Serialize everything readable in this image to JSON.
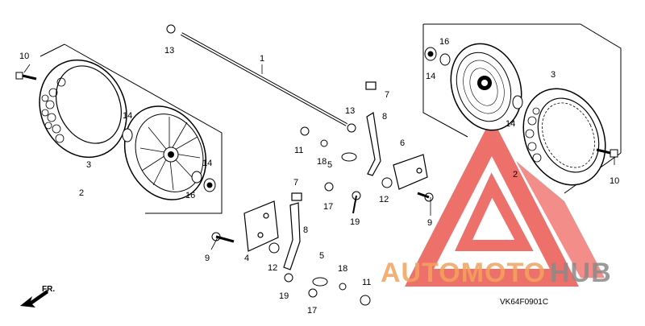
{
  "diagram": {
    "code": "VK64F0901C",
    "direction_label": "FR.",
    "callouts": [
      {
        "id": "c1",
        "text": "1"
      },
      {
        "id": "c2L",
        "text": "2"
      },
      {
        "id": "c2R",
        "text": "2"
      },
      {
        "id": "c3L",
        "text": "3"
      },
      {
        "id": "c3R",
        "text": "3"
      },
      {
        "id": "c4",
        "text": "4"
      },
      {
        "id": "c5a",
        "text": "5"
      },
      {
        "id": "c5b",
        "text": "5"
      },
      {
        "id": "c6",
        "text": "6"
      },
      {
        "id": "c7a",
        "text": "7"
      },
      {
        "id": "c7b",
        "text": "7"
      },
      {
        "id": "c8a",
        "text": "8"
      },
      {
        "id": "c8b",
        "text": "8"
      },
      {
        "id": "c9L",
        "text": "9"
      },
      {
        "id": "c9R",
        "text": "9"
      },
      {
        "id": "c10L",
        "text": "10"
      },
      {
        "id": "c10R",
        "text": "10"
      },
      {
        "id": "c11a",
        "text": "11"
      },
      {
        "id": "c11b",
        "text": "11"
      },
      {
        "id": "c12a",
        "text": "12"
      },
      {
        "id": "c12b",
        "text": "12"
      },
      {
        "id": "c13a",
        "text": "13"
      },
      {
        "id": "c13b",
        "text": "13"
      },
      {
        "id": "c14a",
        "text": "14"
      },
      {
        "id": "c14b",
        "text": "14"
      },
      {
        "id": "c14c",
        "text": "14"
      },
      {
        "id": "c14d",
        "text": "14"
      },
      {
        "id": "c16L",
        "text": "16"
      },
      {
        "id": "c16R",
        "text": "16"
      },
      {
        "id": "c17a",
        "text": "17"
      },
      {
        "id": "c17b",
        "text": "17"
      },
      {
        "id": "c18a",
        "text": "18"
      },
      {
        "id": "c18b",
        "text": "18"
      },
      {
        "id": "c19a",
        "text": "19"
      },
      {
        "id": "c19b",
        "text": "19"
      }
    ]
  },
  "watermark": {
    "text_auto": "AUTOMOTO",
    "text_hub": "HUB",
    "color_auto": "#f2a35a",
    "color_hub": "#8a8a8a",
    "color_logo": "#e8413a"
  }
}
